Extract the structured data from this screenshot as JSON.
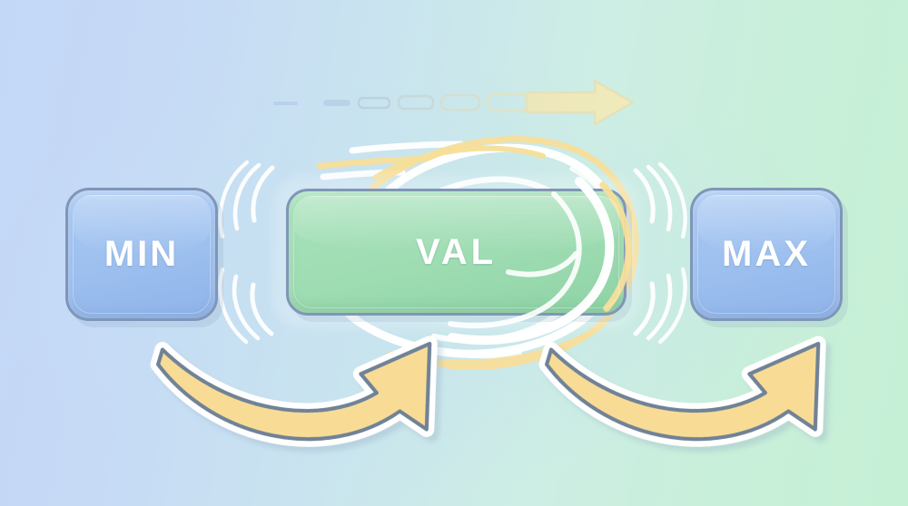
{
  "illustration": {
    "title": "MIN VAL MAX range clamp illustration",
    "style": "flat vector sticker illustration, pastel",
    "background": {
      "type": "linear-gradient",
      "direction": "left-to-right",
      "from_color": "#c3d7f7",
      "to_color": "#c6f0d6"
    }
  },
  "boxes": [
    {
      "id": "min",
      "label": "MIN",
      "role": "lower-bound",
      "fill_color": "#9dc0ef",
      "border_color": "#7f96b8",
      "text_color": "#ffffff"
    },
    {
      "id": "val",
      "label": "VAL",
      "role": "current-value",
      "fill_color": "#9edcb2",
      "border_color": "#7f97b6",
      "text_color": "#ffffff"
    },
    {
      "id": "max",
      "label": "MAX",
      "role": "upper-bound",
      "fill_color": "#9dc0ef",
      "border_color": "#7f96b8",
      "text_color": "#ffffff"
    }
  ],
  "top_arrow": {
    "name": "progress-dashed-arrow",
    "direction": "right",
    "description": "dashed arrow with dashes growing in length left to right, ending in a solid arrowhead",
    "dash_count": 8,
    "start_color": "#aac8e4",
    "end_color": "#f2e9b6",
    "head_color": "#f0e7b4"
  },
  "bottom_arrows": [
    {
      "id": "min-to-val",
      "name": "curved-arrow-min-to-val",
      "direction": "up-right",
      "fill_color": "#f8dc96",
      "outline_color": "#6f8296",
      "halo_color": "#ffffff"
    },
    {
      "id": "val-to-max",
      "name": "curved-arrow-val-to-max",
      "direction": "up-right",
      "fill_color": "#f8dc96",
      "outline_color": "#6f8296",
      "halo_color": "#ffffff"
    }
  ],
  "motion": {
    "name": "motion-swirl-and-vibration",
    "description": "white and yellow swirling arcs looping around the VAL box with vibration arcs on both sides and horizontal speed streaks",
    "swirl_white_color": "#ffffff",
    "swirl_yellow_color": "#f7de9a",
    "vibration_color": "#ffffff",
    "speed_lines": 3
  }
}
